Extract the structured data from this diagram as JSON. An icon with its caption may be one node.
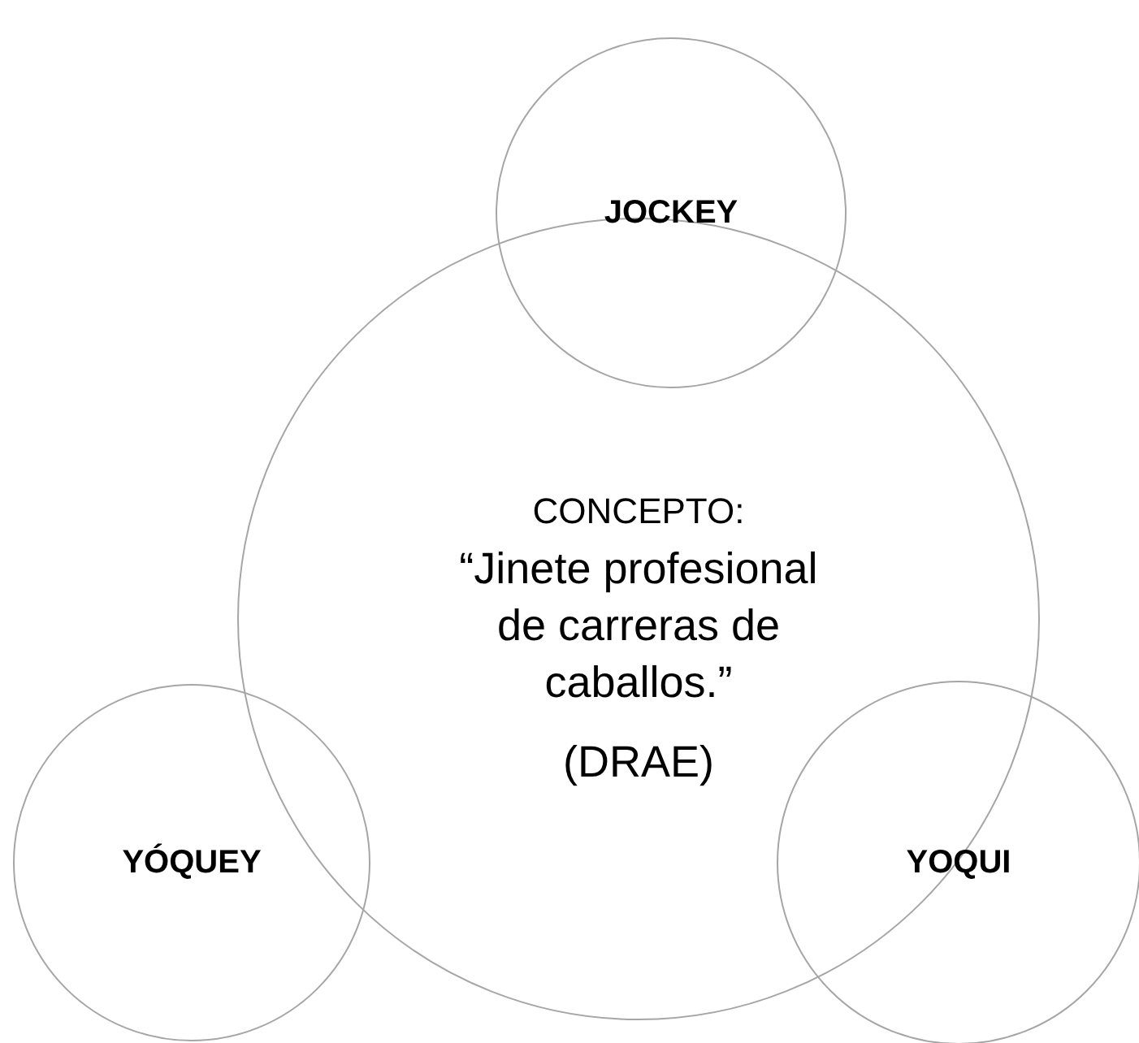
{
  "diagram": {
    "nodes": [
      {
        "text": [
          "JOCKEY"
        ]
      },
      {
        "text": [
          "CONCEPTO:",
          "“Jinete profesional de carreras de caballos.”",
          "(DRAE)"
        ]
      },
      {
        "text": [
          "YÓQUEY"
        ]
      },
      {
        "text": [
          "YOQUI"
        ]
      }
    ]
  }
}
